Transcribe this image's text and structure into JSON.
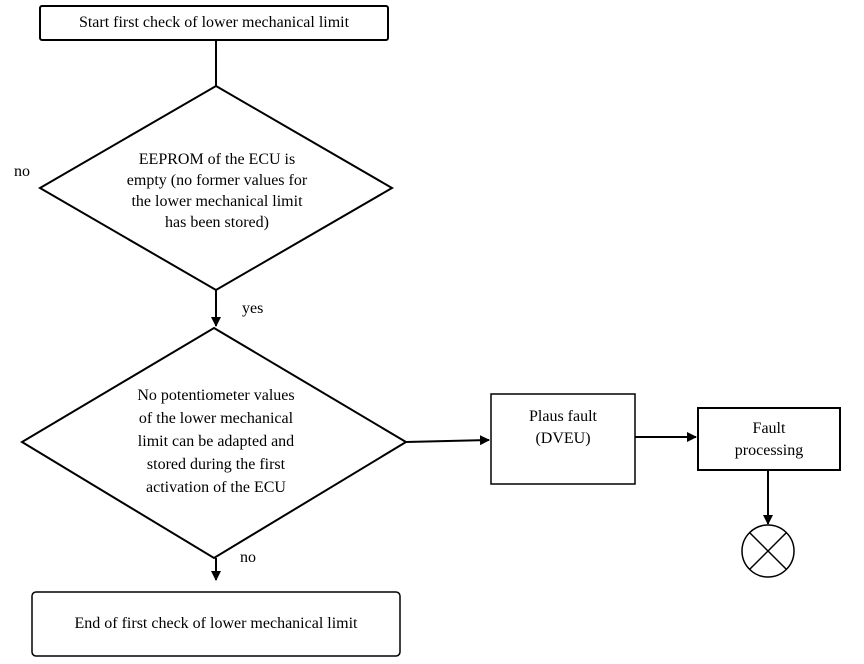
{
  "flowchart": {
    "start_label": "Start first check of lower mechanical limit",
    "decision1_lines": [
      "EEPROM of the ECU is",
      "empty (no former values for",
      "the lower mechanical limit",
      "has been stored)"
    ],
    "decision1_no": "no",
    "decision1_yes": "yes",
    "decision2_lines": [
      "No potentiometer values",
      "of the lower mechanical",
      "limit can be adapted and",
      "stored during the first",
      "activation of the ECU"
    ],
    "decision2_no": "no",
    "plaus_fault_lines": [
      "Plaus fault",
      "(DVEU)"
    ],
    "fault_processing_lines": [
      "Fault",
      "processing"
    ],
    "end_label": "End of first check of lower mechanical limit"
  }
}
